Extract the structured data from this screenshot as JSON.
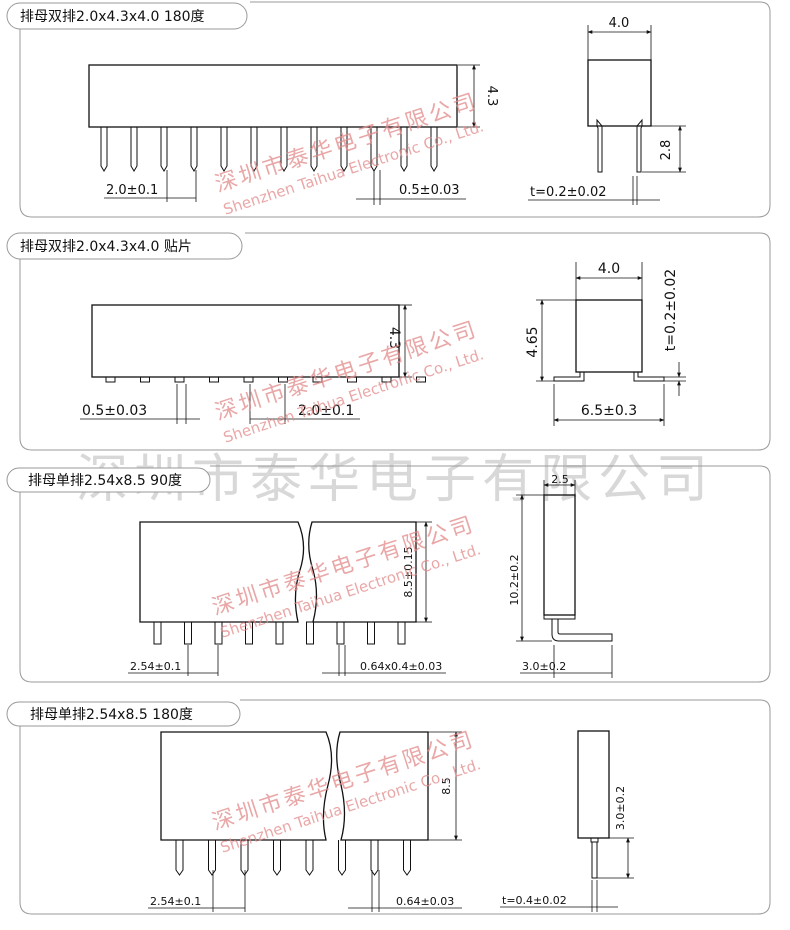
{
  "panels": [
    {
      "title": "排母双排2.0x4.3x4.0 180度",
      "dims": {
        "height": "4.3",
        "pitch": "2.0±0.1",
        "pin": "0.5±0.03",
        "width": "4.0",
        "pin_len": "2.8",
        "thickness": "t=0.2±0.02"
      }
    },
    {
      "title": "排母双排2.0x4.3x4.0 贴片",
      "dims": {
        "height": "4.3",
        "pin": "0.5±0.03",
        "pitch": "2.0±0.1",
        "width": "4.0",
        "side_height": "4.65",
        "thickness": "t=0.2±0.02",
        "foot_width": "6.5±0.3"
      }
    },
    {
      "title": "排母单排2.54x8.5 90度",
      "dims": {
        "height": "8.5±0.15",
        "pitch": "2.54±0.1",
        "pin": "0.64x0.4±0.03",
        "width": "2.5",
        "side_height": "10.2±0.2",
        "leg": "3.0±0.2"
      }
    },
    {
      "title": "排母单排2.54x8.5 180度",
      "dims": {
        "height": "8.5",
        "pitch": "2.54±0.1",
        "pin": "0.64±0.03",
        "pin_len": "3.0±0.2",
        "thickness": "t=0.4±0.02"
      }
    }
  ],
  "watermark": {
    "cn": "深圳市泰华电子有限公司",
    "en": "Shenzhen Taihua Electronic Co., Ltd.",
    "big": "深圳市泰华电子有限公司"
  },
  "colors": {
    "line": "#111111",
    "frame": "#9a9a9a",
    "watermark": "#e28a8a",
    "watermark_big": "#d8d8d8"
  }
}
